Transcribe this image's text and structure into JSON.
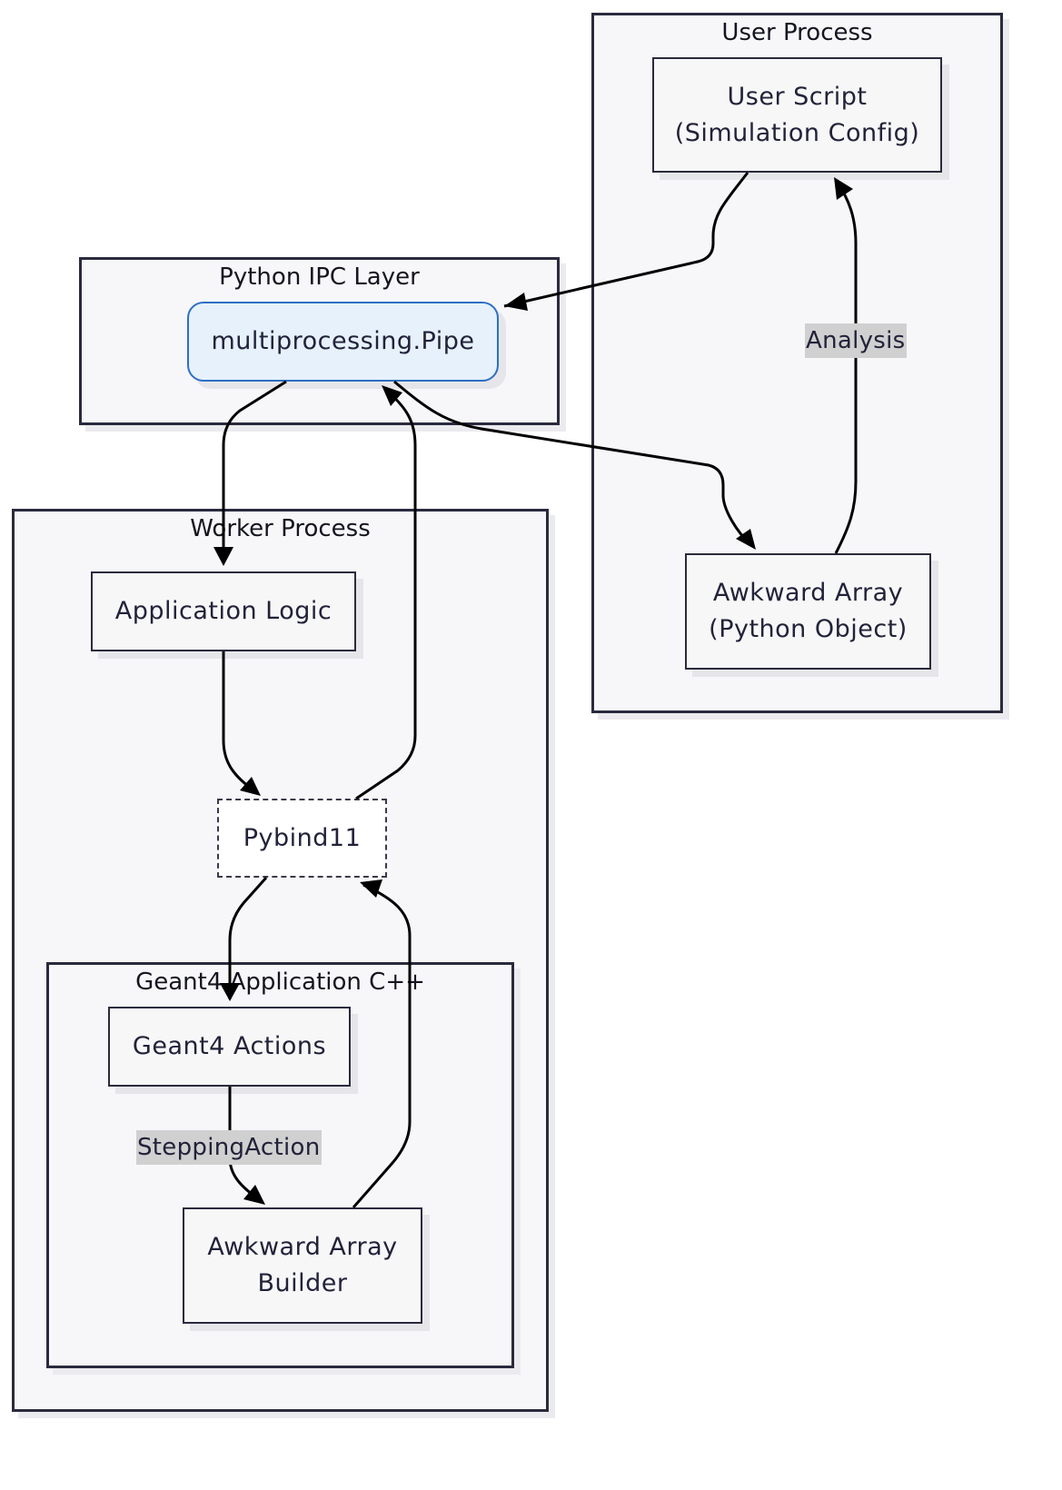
{
  "clusters": {
    "user_process": {
      "title": "User Process"
    },
    "python_ipc": {
      "title": "Python IPC Layer"
    },
    "worker_process": {
      "title": "Worker Process"
    },
    "geant4_app": {
      "title": "Geant4 Application C++"
    }
  },
  "nodes": {
    "user_script": {
      "line1": "User Script",
      "line2": "(Simulation Config)"
    },
    "pipe": {
      "label": "multiprocessing.Pipe"
    },
    "awkward_array": {
      "line1": "Awkward Array",
      "line2": "(Python Object)"
    },
    "application_logic": {
      "label": "Application Logic"
    },
    "pybind11": {
      "label": "Pybind11"
    },
    "geant4_actions": {
      "label": "Geant4 Actions"
    },
    "awkward_builder": {
      "line1": "Awkward Array",
      "line2": "Builder"
    }
  },
  "edge_labels": {
    "analysis": "Analysis",
    "stepping_action": "SteppingAction"
  },
  "colors": {
    "cluster_fill": "#f7f7fa",
    "cluster_border": "#2a2a3e",
    "node_fill": "#f7f7f8",
    "pipe_fill": "#e6f1fc",
    "pipe_border": "#2d6fc2",
    "edge": "#000000",
    "edge_label_bg": "#d0d0d0"
  }
}
